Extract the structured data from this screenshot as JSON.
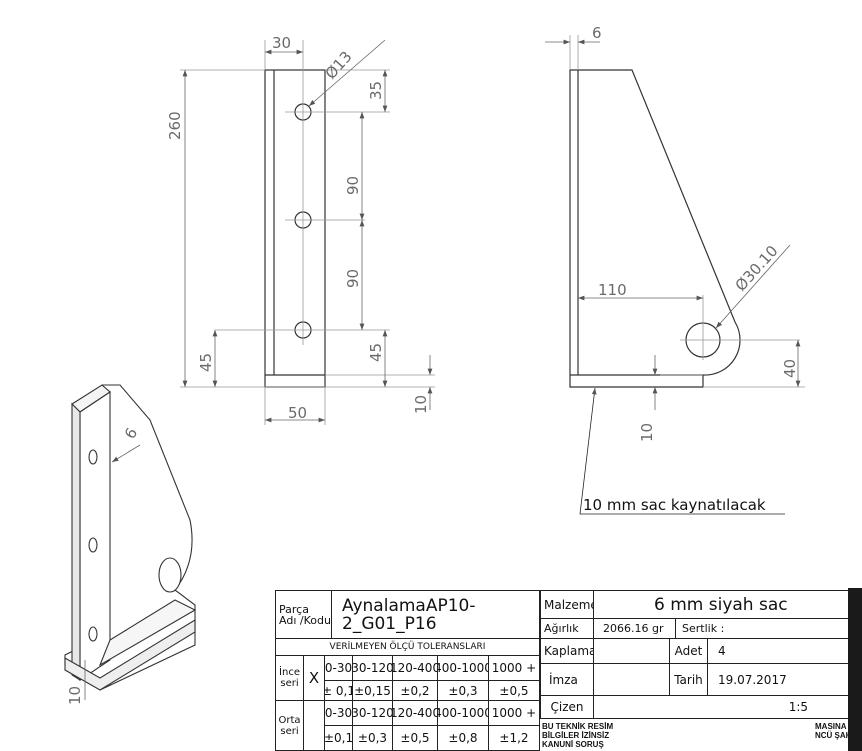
{
  "drawing": {
    "front_view": {
      "dim_width_top": "30",
      "dim_hole_dia": "Ø13",
      "dim_height": "260",
      "dim_top_offset": "35",
      "dim_spacing_1": "90",
      "dim_spacing_2": "90",
      "dim_bottom_offset_right": "45",
      "dim_bottom_offset_left": "45",
      "dim_width": "50",
      "dim_flange": "10"
    },
    "side_view": {
      "dim_thickness": "6",
      "dim_hole_pos": "110",
      "dim_hole_dia": "Ø30.10",
      "dim_hole_height": "40",
      "dim_flange": "10",
      "weld_note": "10 mm sac kaynatılacak"
    },
    "iso_view": {
      "dim_thickness": "6",
      "dim_flange": "10"
    }
  },
  "title_block": {
    "part_label_1": "Parça",
    "part_label_2": "Adı /Kodu",
    "part_name_1": "AynalamaAP10-",
    "part_name_2": "2_G01_P16",
    "tolerance_header": "VERİLMEYEN  ÖLÇÜ  TOLERANSLARI",
    "fine": {
      "label_1": "İnce",
      "label_2": "seri",
      "mark": "X",
      "ranges": [
        "0-30",
        "30-120",
        "120-400",
        "400-1000",
        "1000 +"
      ],
      "tolerances": [
        "± 0,1",
        "±0,15",
        "±0,2",
        "±0,3",
        "±0,5"
      ]
    },
    "medium": {
      "label_1": "Orta",
      "label_2": "seri",
      "ranges": [
        "0-30",
        "30-120",
        "120-400",
        "400-1000",
        "1000 +"
      ],
      "tolerances": [
        "±0,1",
        "±0,3",
        "±0,5",
        "±0,8",
        "±1,2"
      ]
    },
    "material_label": "Malzeme",
    "material": "6 mm siyah sac",
    "weight_label": "Ağırlık",
    "weight": "2066.16 gr",
    "hardness_label": "Sertlik :",
    "coating_label": "Kaplama",
    "qty_label": "Adet",
    "qty": "4",
    "sign_label": "İmza",
    "date_label": "Tarih",
    "date": "19.07.2017",
    "drawn_label": "Çizen",
    "scale": "1:5",
    "notice_left": [
      "BU TEKNİK RESİM",
      "BİLGİLER İZİNSİZ",
      "KANUNİ  SORUŞ"
    ],
    "notice_right": [
      "MASINA  A",
      "NCÜ ŞAHIS"
    ]
  }
}
